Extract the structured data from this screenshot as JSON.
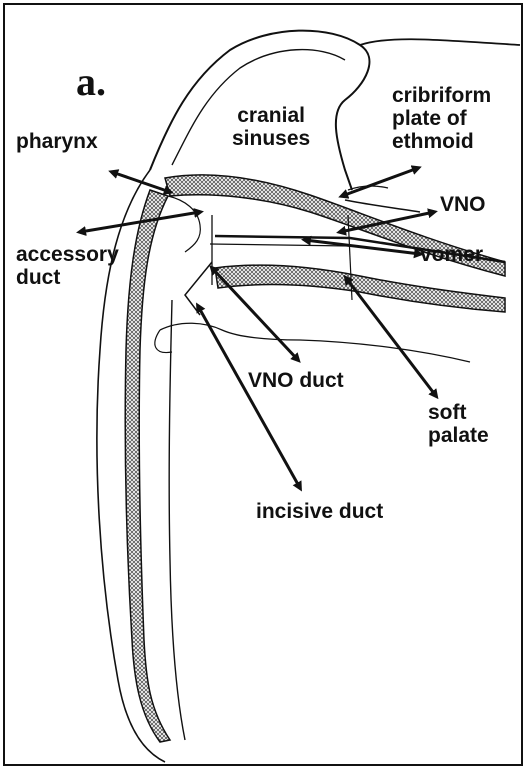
{
  "figure": {
    "panel_label": "a.",
    "labels": {
      "cranial_sinuses": [
        "cranial",
        "sinuses"
      ],
      "cribriform": [
        "cribriform",
        "plate of",
        "ethmoid"
      ],
      "pharynx": "pharynx",
      "vno": "VNO",
      "accessory_duct": [
        "accessory",
        "duct"
      ],
      "vomer": "vomer",
      "vno_duct": "VNO duct",
      "soft_palate": [
        "soft",
        "palate"
      ],
      "incisive_duct": "incisive duct"
    }
  }
}
